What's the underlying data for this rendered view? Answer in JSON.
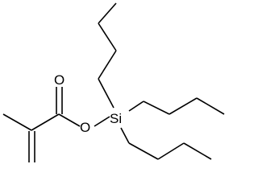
{
  "structure": {
    "atoms": {
      "carbonyl_oxygen": "O",
      "ester_oxygen": "O",
      "silicon": "Si"
    }
  }
}
